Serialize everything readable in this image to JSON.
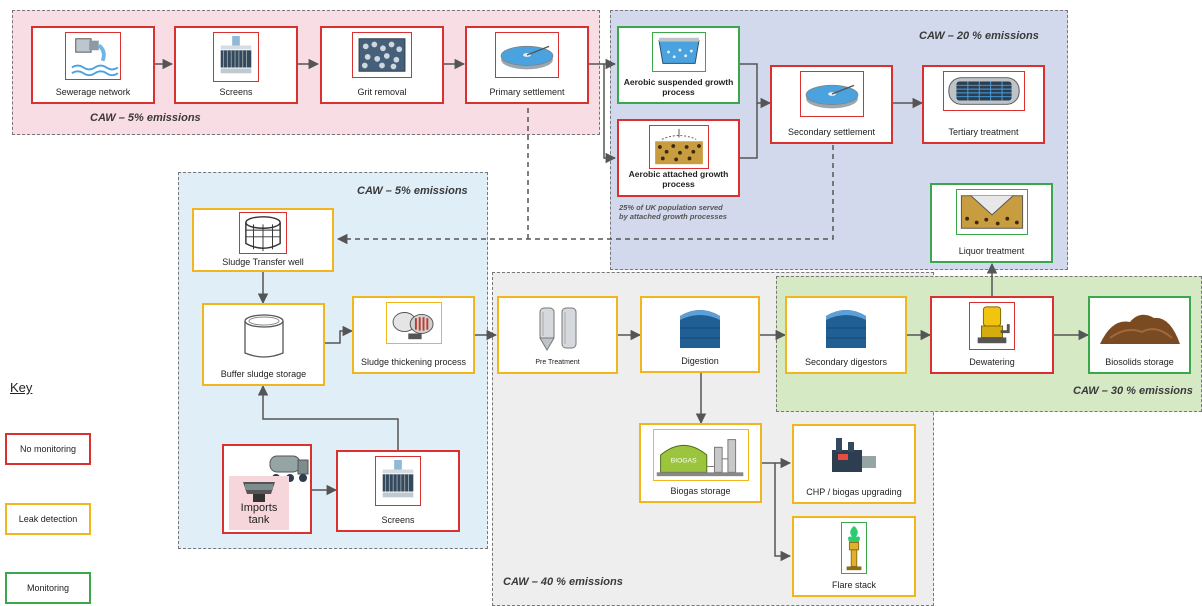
{
  "regions": {
    "preliminary": {
      "label": "CAW – 5% emissions",
      "color": "#f8dde4"
    },
    "secondary": {
      "label": "CAW – 20 % emissions",
      "color": "#d3d9ec"
    },
    "sludge": {
      "label": "CAW – 5% emissions",
      "color": "#e0eef8"
    },
    "digestion": {
      "label": "CAW – 40 % emissions",
      "color": "#eeeeef"
    },
    "dewatering": {
      "label": "CAW – 30 % emissions",
      "color": "#d6e9c5"
    }
  },
  "nodes": {
    "sewerage_network": {
      "label": "Sewerage network",
      "icon": "sewer-pipe-icon"
    },
    "screens_top": {
      "label": "Screens",
      "icon": "screen-filter-icon"
    },
    "grit_removal": {
      "label": "Grit removal",
      "icon": "grit-tank-icon"
    },
    "primary_settlement": {
      "label": "Primary settlement",
      "icon": "settlement-tank-icon"
    },
    "aerobic_suspended": {
      "label": "Aerobic suspended growth process",
      "icon": "aeration-tank-icon"
    },
    "aerobic_attached": {
      "label": "Aerobic attached growth process",
      "icon": "filter-bed-icon"
    },
    "secondary_settlement": {
      "label": "Secondary settlement",
      "icon": "settlement-tank-icon"
    },
    "tertiary_treatment": {
      "label": "Tertiary treatment",
      "icon": "tertiary-filter-icon"
    },
    "liquor_treatment": {
      "label": "Liquor treatment",
      "icon": "liquor-hopper-icon"
    },
    "sludge_transfer_well": {
      "label": "Sludge Transfer well",
      "icon": "well-icon"
    },
    "buffer_sludge_storage": {
      "label": "Buffer sludge storage",
      "icon": "cylinder-tank-icon"
    },
    "sludge_thickening": {
      "label": "Sludge thickening process",
      "icon": "thickener-drum-icon"
    },
    "imports_tank": {
      "label": "Imports tank",
      "icon": "tanker-truck-icon"
    },
    "screens_bottom": {
      "label": "Screens",
      "icon": "screen-filter-icon"
    },
    "pre_treatment": {
      "label": "Pre Treatment",
      "icon": "pre-treatment-tanks-icon"
    },
    "digestion": {
      "label": "Digestion",
      "icon": "digester-tank-icon"
    },
    "secondary_digestors": {
      "label": "Secondary digestors",
      "icon": "digester-tank-icon"
    },
    "dewatering": {
      "label": "Dewatering",
      "icon": "pump-icon"
    },
    "biosolids_storage": {
      "label": "Biosolids storage",
      "icon": "soil-pile-icon"
    },
    "biogas_storage": {
      "label": "Biogas storage",
      "icon": "gas-holder-icon",
      "tank_text": "BIOGAS"
    },
    "chp_upgrading": {
      "label": "CHP / biogas upgrading",
      "icon": "chp-engine-icon"
    },
    "flare_stack": {
      "label": "Flare stack",
      "icon": "flare-icon"
    }
  },
  "notes": {
    "attached_growth": "25% of UK  population served by attached growth processes"
  },
  "key": {
    "title": "Key",
    "items": [
      {
        "label": "No monitoring",
        "color": "#d93030"
      },
      {
        "label": "Leak detection",
        "color": "#f2b61c"
      },
      {
        "label": "Monitoring",
        "color": "#3aa84a"
      }
    ]
  },
  "colors": {
    "connector": "#555555",
    "no_monitoring": "#d93030",
    "leak_detection": "#f2b61c",
    "monitoring": "#3aa84a"
  }
}
